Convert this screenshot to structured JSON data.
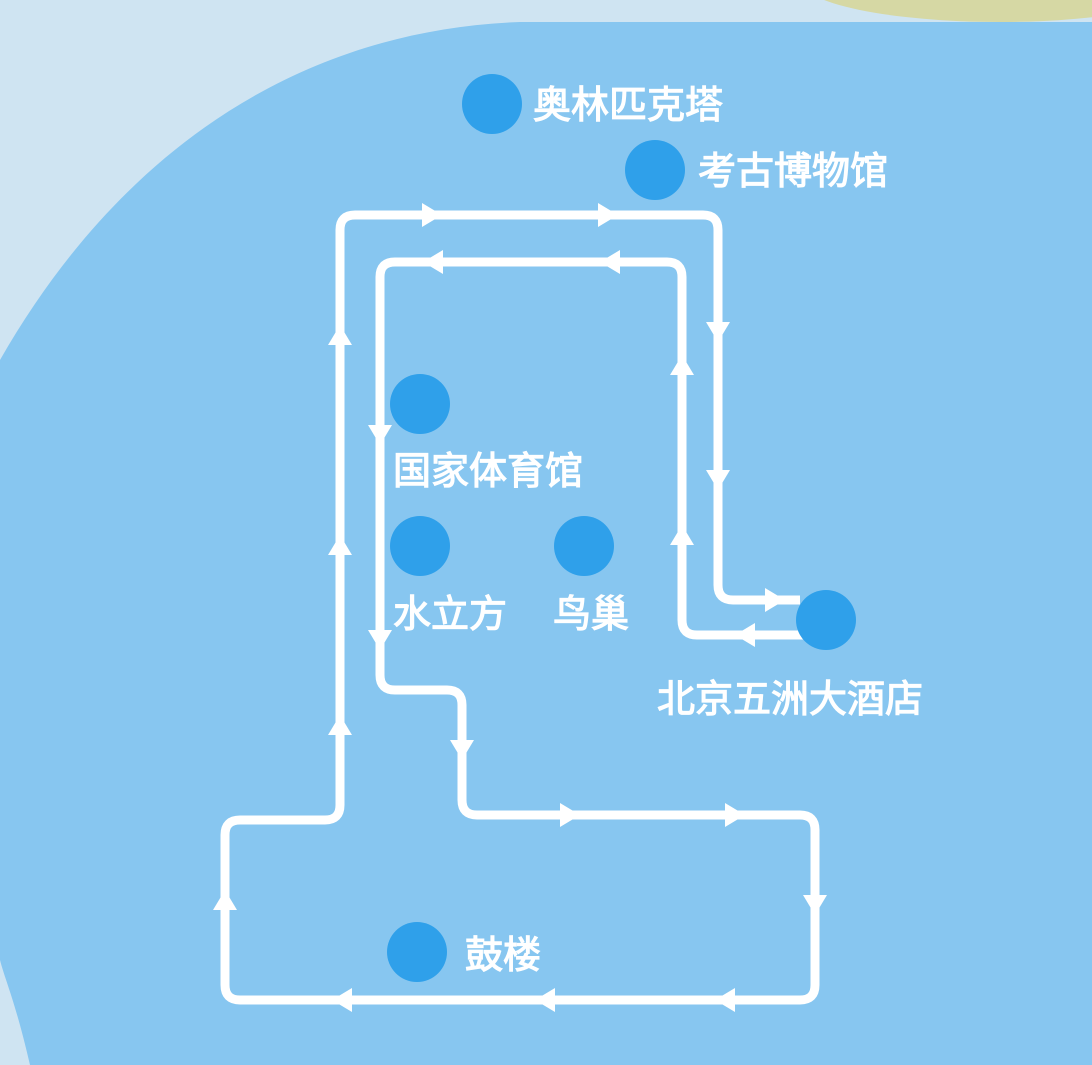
{
  "colors": {
    "background": "#cfe4f2",
    "land": "#87c6f0",
    "accent_top": "#d6d8a4",
    "marker": "#2fa0ea",
    "route": "#ffffff"
  },
  "places": [
    {
      "name": "奥林匹克塔"
    },
    {
      "name": "考古博物馆"
    },
    {
      "name": "国家体育馆"
    },
    {
      "name": "水立方"
    },
    {
      "name": "鸟巢"
    },
    {
      "name": "北京五洲大酒店"
    },
    {
      "name": "鼓楼"
    }
  ]
}
